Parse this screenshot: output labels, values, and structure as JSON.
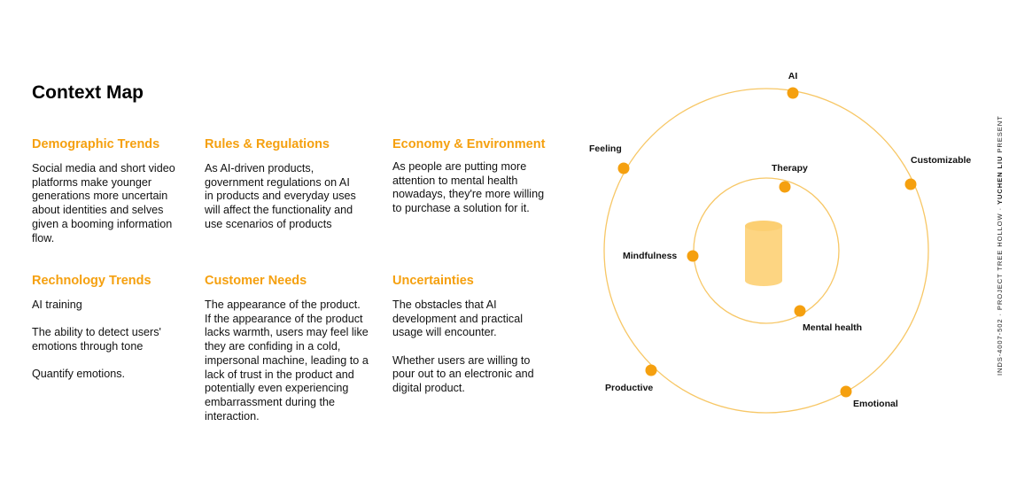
{
  "title": "Context Map",
  "sections": [
    {
      "heading": "Demographic Trends",
      "paragraphs": [
        "Social media and short video platforms make younger generations more uncertain about identities and selves given a booming information flow."
      ]
    },
    {
      "heading": "Rules & Regulations",
      "paragraphs": [
        "As AI-driven products, government regulations on AI in products and everyday uses will affect the functionality and use scenarios of products"
      ]
    },
    {
      "heading": "Economy & Environment",
      "paragraphs": [
        "As people are putting more attention to mental health nowadays, they're more willing to purchase a solution for it."
      ]
    },
    {
      "heading": "Rechnology Trends",
      "paragraphs": [
        "AI training",
        "The ability to detect users' emotions through tone",
        "Quantify emotions."
      ]
    },
    {
      "heading": "Customer Needs",
      "paragraphs": [
        "The appearance of the product. If the appearance of the product lacks warmth, users may feel like they are confiding in a cold, impersonal machine, leading to a lack of trust in the product and potentially even experiencing embarrassment during the interaction."
      ]
    },
    {
      "heading": "Uncertainties",
      "paragraphs": [
        "The obstacles that AI development and practical usage will encounter.",
        "Whether users are willing to pour out to an electronic and digital product."
      ]
    }
  ],
  "diagram": {
    "outer_nodes": [
      "AI",
      "Customizable",
      "Feeling",
      "Productive",
      "Emotional"
    ],
    "inner_nodes": [
      "Therapy",
      "Mindfulness",
      "Mental health"
    ]
  },
  "credit": {
    "prefix": "INDS-4007-502 · PROJECT TREE HOLLOW · ",
    "author": "YUCHEN LIU",
    "suffix": " PRESENT"
  },
  "colors": {
    "accent": "#f5a00f",
    "ring": "#f7c766",
    "node": "#f5a00f",
    "center_shape": "#fdd582"
  }
}
